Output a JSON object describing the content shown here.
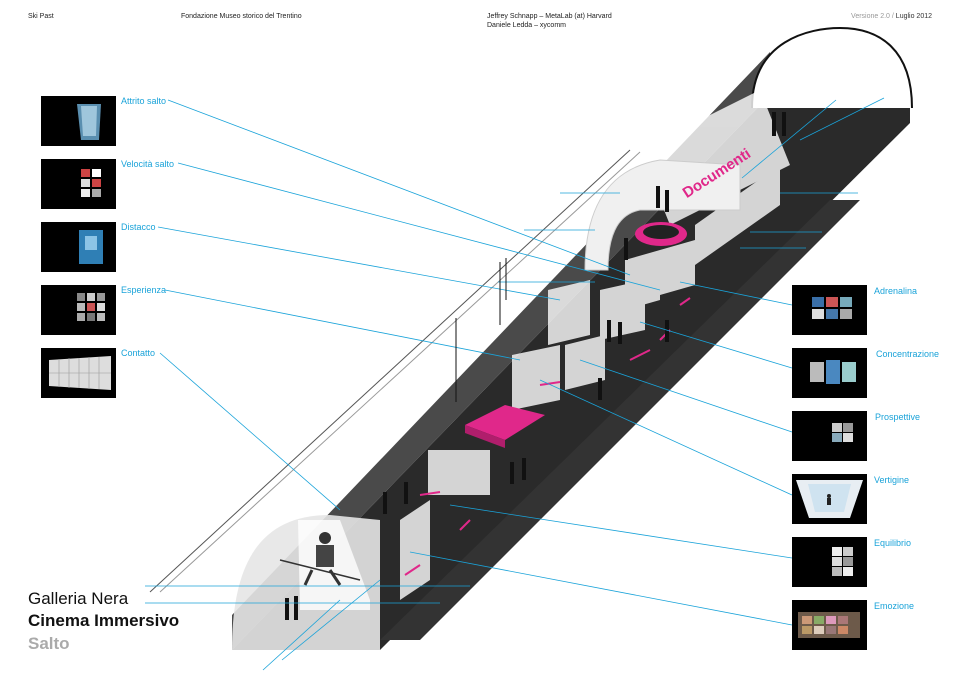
{
  "header": {
    "project": "Ski Past",
    "institution": "Fondazione Museo storico del Trentino",
    "credits_line1": "Jeffrey Schnapp – MetaLab (at) Harvard",
    "credits_line2": "Daniele Ledda – xycomm",
    "version": "Versione 2.0 /",
    "date": "Luglio 2012"
  },
  "title": {
    "line1": "Galleria Nera",
    "line2": "Cinema Immersivo",
    "line3": "Salto"
  },
  "left_labels": [
    "Attrito salto",
    "Velocità salto",
    "Distacco",
    "Esperienza",
    "Contatto"
  ],
  "right_labels": [
    "Adrenalina",
    "Concentrazione",
    "Prospettive",
    "Vertigine",
    "Equilibrio",
    "Emozione"
  ],
  "banner": "Documenti",
  "colors": {
    "accent_line": "#1aa3d9",
    "magenta": "#e0288a",
    "floor": "#2a2a2a"
  }
}
